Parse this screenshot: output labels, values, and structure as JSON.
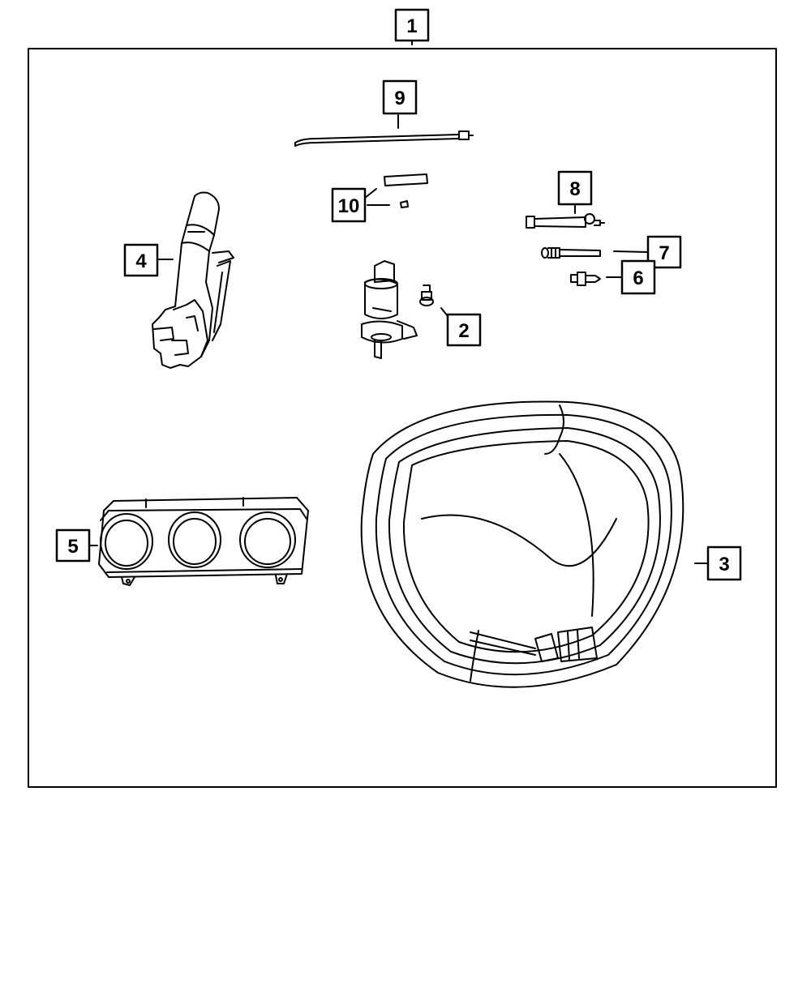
{
  "diagram": {
    "callouts": {
      "c1": "1",
      "c2": "2",
      "c3": "3",
      "c4": "4",
      "c5": "5",
      "c6": "6",
      "c7": "7",
      "c8": "8",
      "c9": "9",
      "c10": "10"
    },
    "parts": [
      "wiper-switch-stalk",
      "washer-pump",
      "pump-screw",
      "wiring-harness",
      "switch-control-panel",
      "check-valve",
      "connector-fitting",
      "bleed-fitting",
      "cable-tie",
      "foam-tape"
    ]
  }
}
